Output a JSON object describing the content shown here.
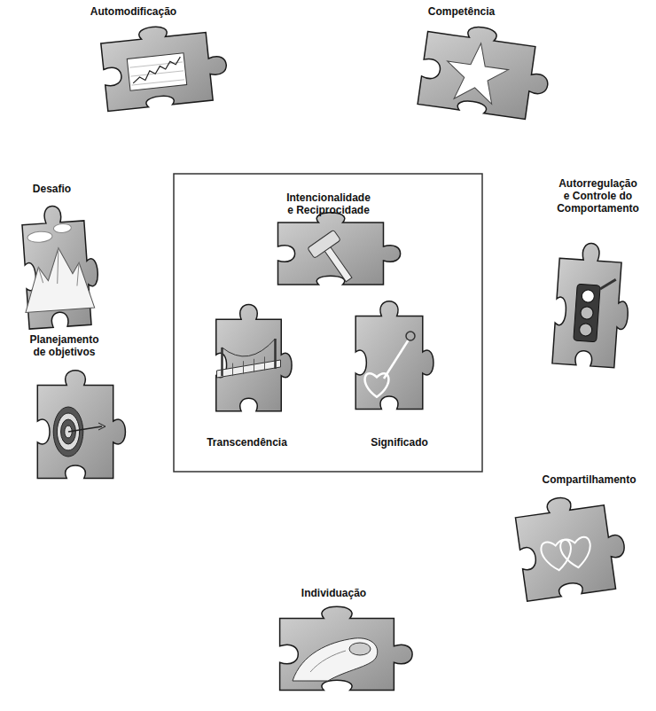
{
  "diagram": {
    "nodes": [
      {
        "text": [
          "Automodificação"
        ]
      },
      {
        "text": [
          "Competência"
        ]
      },
      {
        "text": [
          "Intencionalidade e Reciprocidade"
        ]
      },
      {
        "text": [
          "Desafio"
        ]
      },
      {
        "text": [
          "Autorregulação e Controle do Comportamento"
        ]
      },
      {
        "text": [
          "Transcendência"
        ]
      },
      {
        "text": [
          "Significado"
        ]
      },
      {
        "text": [
          "Planejamento de objetivos"
        ]
      },
      {
        "text": [
          "Compartilhamento"
        ]
      },
      {
        "text": [
          "Individuação"
        ]
      }
    ]
  }
}
